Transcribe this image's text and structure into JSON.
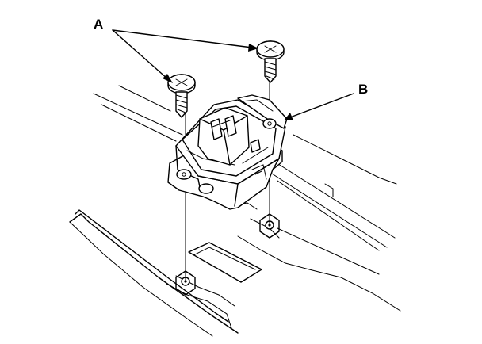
{
  "callouts": {
    "a": "A",
    "b": "B"
  },
  "parts": {
    "screws": "screw-icon",
    "unit": "connector-bracket",
    "mounts": "bracket-mount"
  }
}
